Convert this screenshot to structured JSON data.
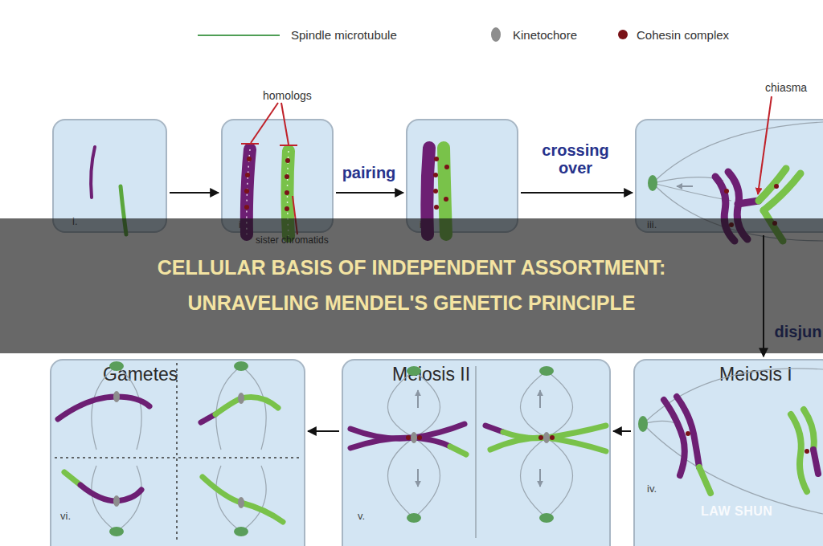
{
  "diagram": {
    "title": "CELLULAR BASIS OF INDEPENDENT ASSORTMENT: UNRAVELING MENDEL'S GENETIC PRINCIPLE",
    "nodes": [
      {
        "text": [
          "i."
        ]
      },
      {
        "text": [
          "ii."
        ]
      },
      {
        "text": [
          "ii."
        ]
      },
      {
        "text": [
          "iii."
        ]
      },
      {
        "text": [
          "Gametes",
          "vi."
        ]
      },
      {
        "text": [
          "Meiosis II",
          "v."
        ]
      },
      {
        "text": [
          "Meiosis I",
          "iv."
        ]
      }
    ],
    "edges": [
      {
        "from": 0,
        "to": 1,
        "arrow": "to"
      },
      {
        "from": 1,
        "to": 2,
        "label": "pairing",
        "arrow": "to"
      },
      {
        "from": 2,
        "to": 3,
        "label": "crossing over",
        "arrow": "to"
      },
      {
        "from": 3,
        "to": 6,
        "label": "disjun",
        "arrow": "to"
      },
      {
        "from": 6,
        "to": 5,
        "arrow": "to"
      },
      {
        "from": 5,
        "to": 4,
        "arrow": "to"
      }
    ],
    "labels": [
      "homologs",
      "sister chromatids",
      "chiasma",
      "LAW SHUN"
    ],
    "legend": [
      {
        "text": "Spindle microtubule"
      },
      {
        "text": "Kinetochore"
      },
      {
        "text": "Cohesin complex"
      }
    ]
  }
}
